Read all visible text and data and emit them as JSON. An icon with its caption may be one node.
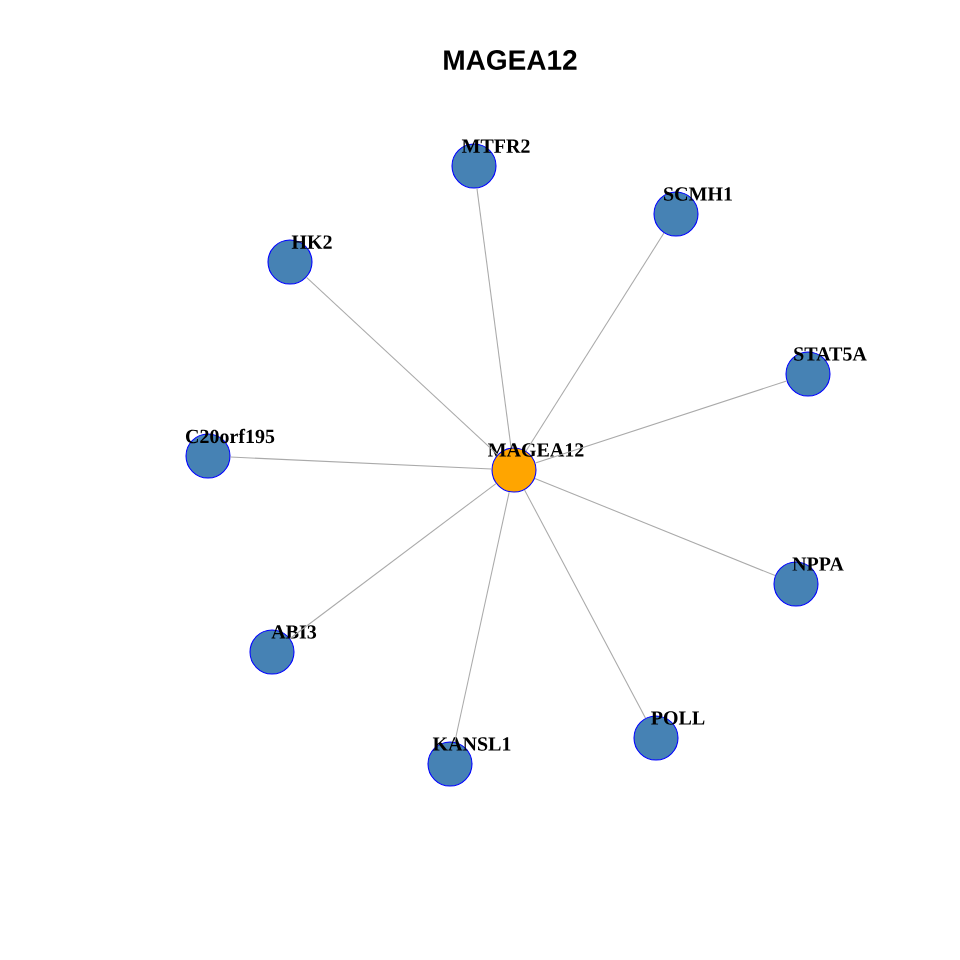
{
  "diagram": {
    "title": "MAGEA12",
    "nodes": [
      {
        "text": [
          "MAGEA12"
        ]
      },
      {
        "text": [
          "MTFR2"
        ]
      },
      {
        "text": [
          "SCMH1"
        ]
      },
      {
        "text": [
          "HK2"
        ]
      },
      {
        "text": [
          "STAT5A"
        ]
      },
      {
        "text": [
          "C20orf195"
        ]
      },
      {
        "text": [
          "NPPA"
        ]
      },
      {
        "text": [
          "ABI3"
        ]
      },
      {
        "text": [
          "POLL"
        ]
      },
      {
        "text": [
          "KANSL1"
        ]
      }
    ],
    "edges": [
      {
        "from": 0,
        "to": 1,
        "arrow": "none"
      },
      {
        "from": 0,
        "to": 2,
        "arrow": "none"
      },
      {
        "from": 0,
        "to": 3,
        "arrow": "none"
      },
      {
        "from": 0,
        "to": 4,
        "arrow": "none"
      },
      {
        "from": 0,
        "to": 5,
        "arrow": "none"
      },
      {
        "from": 0,
        "to": 6,
        "arrow": "none"
      },
      {
        "from": 0,
        "to": 7,
        "arrow": "none"
      },
      {
        "from": 0,
        "to": 8,
        "arrow": "none"
      },
      {
        "from": 0,
        "to": 9,
        "arrow": "none"
      }
    ]
  }
}
